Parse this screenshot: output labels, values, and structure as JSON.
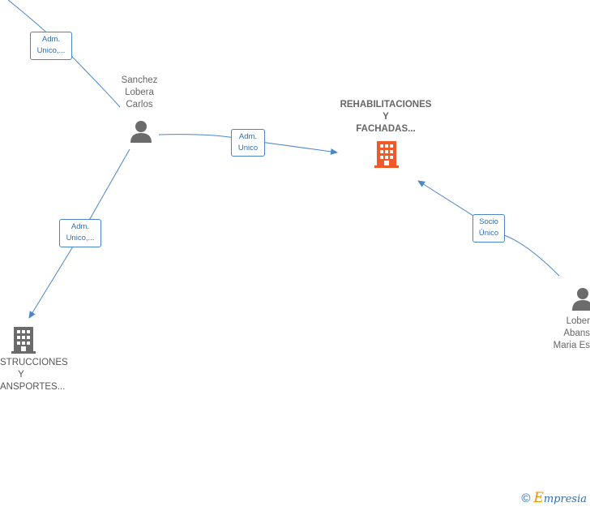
{
  "nodes": {
    "sanchez": {
      "lines": [
        "Sanchez",
        "Lobera",
        "Carlos"
      ],
      "icon": "person-icon"
    },
    "rehabilitaciones": {
      "lines": [
        "REHABILITACIONES",
        "Y",
        "FACHADAS..."
      ],
      "icon": "building-icon",
      "color": "#ef5a2a"
    },
    "construcciones": {
      "lines": [
        "STRUCCIONES",
        "Y",
        "ANSPORTES..."
      ],
      "icon": "building-icon",
      "color": "#6b6b6b"
    },
    "lober": {
      "lines": [
        "Lober",
        "Abans",
        "Maria Es"
      ],
      "icon": "person-icon"
    }
  },
  "edges": {
    "top_left": [
      "Adm.",
      "Unico,..."
    ],
    "sanchez_to_rehab": [
      "Adm.",
      "Unico"
    ],
    "sanchez_to_construcciones": [
      "Adm.",
      "Unico,..."
    ],
    "lober_to_rehab": [
      "Socio",
      "Único"
    ]
  },
  "colors": {
    "edge": "#4a86c8",
    "person": "#6b6b6b",
    "highlight_company": "#ef5a2a",
    "company": "#6b6b6b"
  },
  "footer": {
    "copyright": "©",
    "brand_initial": "E",
    "brand_rest": "mpresia"
  }
}
